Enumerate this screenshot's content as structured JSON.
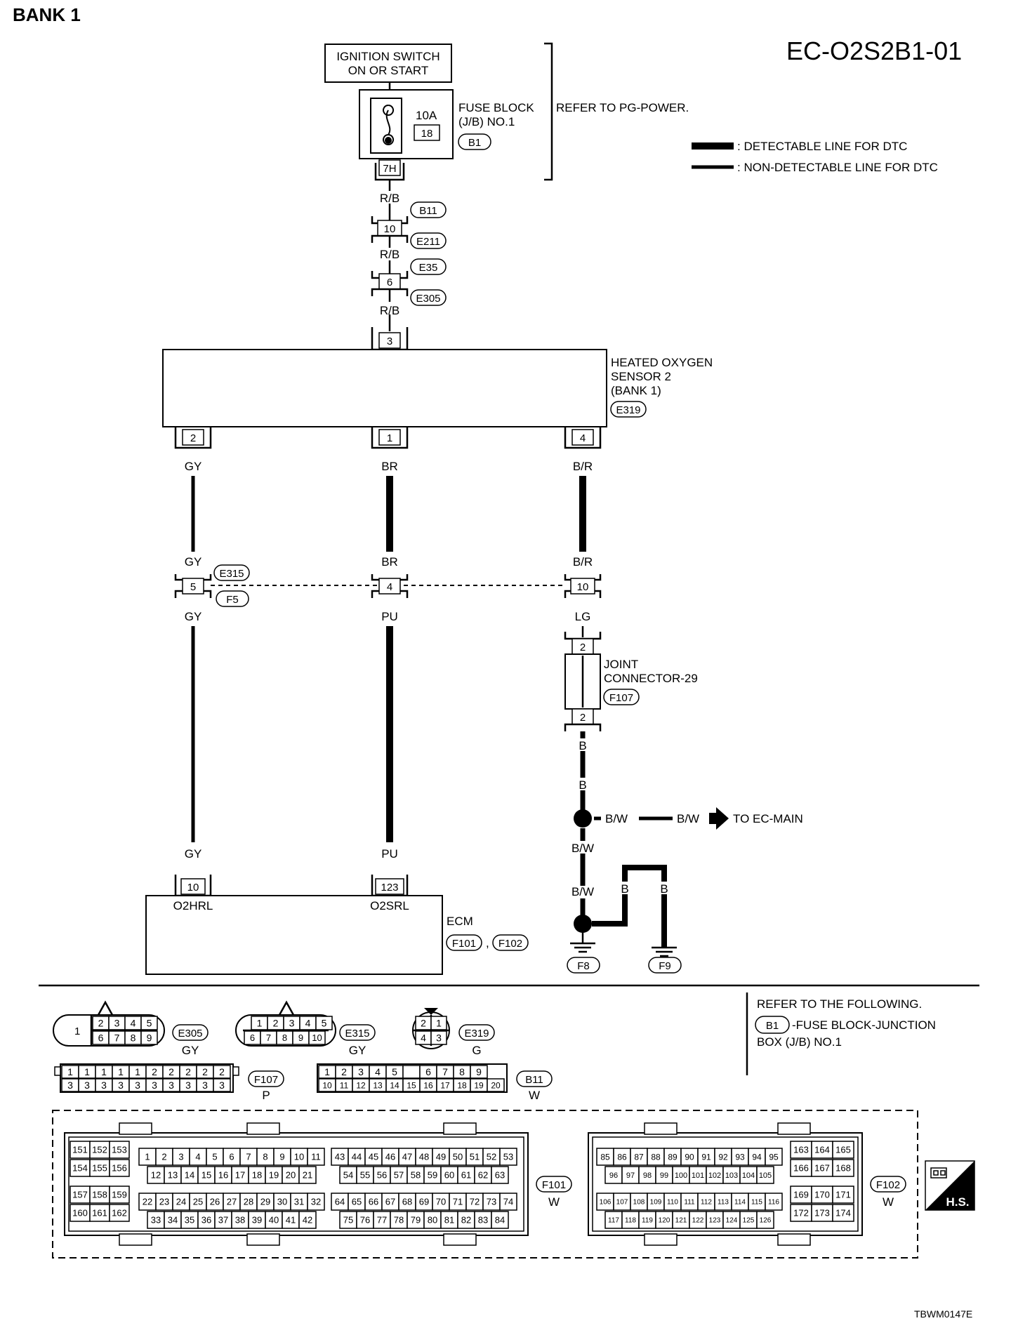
{
  "header": {
    "title": "BANK 1",
    "code": "EC-O2S2B1-01",
    "image_id": "TBWM0147E"
  },
  "legend": {
    "detectable": ": DETECTABLE LINE FOR DTC",
    "non_detectable": ": NON-DETECTABLE LINE FOR DTC"
  },
  "power": {
    "switch_line1": "IGNITION SWITCH",
    "switch_line2": "ON OR START",
    "fuse_amp": "10A",
    "fuse_no": "18",
    "fuse_block_line1": "FUSE BLOCK",
    "fuse_block_line2": "(J/B) NO.1",
    "fuse_block_conn": "B1",
    "refer": "REFER TO PG-POWER.",
    "fuse_pin": "7H"
  },
  "supply_chain": {
    "wire_color": "R/B",
    "conn_b11": "B11",
    "pin_10": "10",
    "conn_e211": "E211",
    "conn_e35": "E35",
    "pin_6": "6",
    "conn_e305": "E305",
    "pin_3": "3"
  },
  "sensor": {
    "line1": "HEATED OXYGEN",
    "line2": "SENSOR 2",
    "line3": "(BANK 1)",
    "conn": "E319",
    "pin_a": "2",
    "pin_b": "1",
    "pin_c": "4"
  },
  "wires": {
    "gy": "GY",
    "br": "BR",
    "br_slash": "B/R",
    "pu": "PU",
    "lg": "LG",
    "b": "B",
    "bw": "B/W"
  },
  "harness_conn": {
    "conn_e315": "E315",
    "conn_f5": "F5",
    "pin_5": "5",
    "pin_4": "4",
    "pin_10": "10"
  },
  "joint": {
    "line1": "JOINT",
    "line2": "CONNECTOR-29",
    "conn": "F107",
    "pin": "2"
  },
  "ground": {
    "to_main": "TO EC-MAIN",
    "f8": "F8",
    "f9": "F9"
  },
  "ecm": {
    "label": "ECM",
    "pin_10": "10",
    "pin_123": "123",
    "o2hrl": "O2HRL",
    "o2srl": "O2SRL",
    "conn_f101": "F101",
    "conn_f102": "F102",
    "comma": ","
  },
  "refer_following": {
    "line1": "REFER TO THE FOLLOWING.",
    "b1": "B1",
    "line2": "-FUSE BLOCK-JUNCTION",
    "line3": "BOX (J/B) NO.1"
  },
  "connectors": {
    "e305": {
      "id": "E305",
      "color": "GY",
      "big_pin": "1",
      "top": [
        "2",
        "3",
        "4",
        "5"
      ],
      "bottom": [
        "6",
        "7",
        "8",
        "9"
      ]
    },
    "e315": {
      "id": "E315",
      "color": "GY",
      "top": [
        "1",
        "2",
        "3",
        "4",
        "5"
      ],
      "bottom": [
        "6",
        "7",
        "8",
        "9",
        "10"
      ]
    },
    "e319": {
      "id": "E319",
      "color": "G",
      "top": [
        "2",
        "1"
      ],
      "bottom": [
        "4",
        "3"
      ]
    },
    "f107": {
      "id": "F107",
      "color": "P",
      "top": [
        "1",
        "1",
        "1",
        "1",
        "1",
        "2",
        "2",
        "2",
        "2",
        "2"
      ],
      "bottom": [
        "3",
        "3",
        "3",
        "3",
        "3",
        "3",
        "3",
        "3",
        "3",
        "3"
      ]
    },
    "b11": {
      "id": "B11",
      "color": "W",
      "top": [
        "1",
        "2",
        "3",
        "4",
        "5",
        "",
        "6",
        "7",
        "8",
        "9"
      ],
      "bottom": [
        "10",
        "11",
        "12",
        "13",
        "14",
        "15",
        "16",
        "17",
        "18",
        "19",
        "20"
      ]
    },
    "f101": {
      "id": "F101",
      "color": "W"
    },
    "f102": {
      "id": "F102",
      "color": "W"
    },
    "hs": "H.S."
  }
}
